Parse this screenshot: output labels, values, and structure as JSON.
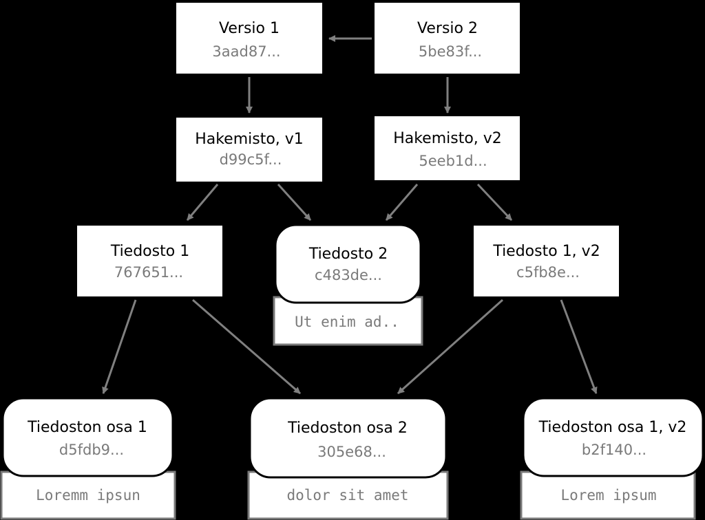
{
  "diagram": {
    "colors": {
      "background": "#000000",
      "node_fill": "#ffffff",
      "hash_text": "#7a7a7a",
      "arrow": "#808080"
    },
    "versions": {
      "v1": {
        "title": "Versio 1",
        "hash": "3aad87..."
      },
      "v2": {
        "title": "Versio 2",
        "hash": "5be83f..."
      }
    },
    "directories": {
      "d1": {
        "title": "Hakemisto, v1",
        "hash": "d99c5f..."
      },
      "d2": {
        "title": "Hakemisto, v2",
        "hash": "5eeb1d..."
      }
    },
    "files": {
      "f1": {
        "title": "Tiedosto 1",
        "hash": "767651..."
      },
      "f2": {
        "title": "Tiedosto 2",
        "hash": "c483de...",
        "content": "Ut enim ad.."
      },
      "f1v2": {
        "title": "Tiedosto 1, v2",
        "hash": "c5fb8e..."
      }
    },
    "chunks": {
      "c1": {
        "title": "Tiedoston osa 1",
        "hash": "d5fdb9...",
        "content": "Loremm ipsun"
      },
      "c2": {
        "title": "Tiedoston osa 2",
        "hash": "305e68...",
        "content": "dolor sit amet"
      },
      "c1v2": {
        "title": "Tiedoston osa 1, v2",
        "hash": "b2f140...",
        "content": "Lorem ipsum"
      }
    }
  }
}
